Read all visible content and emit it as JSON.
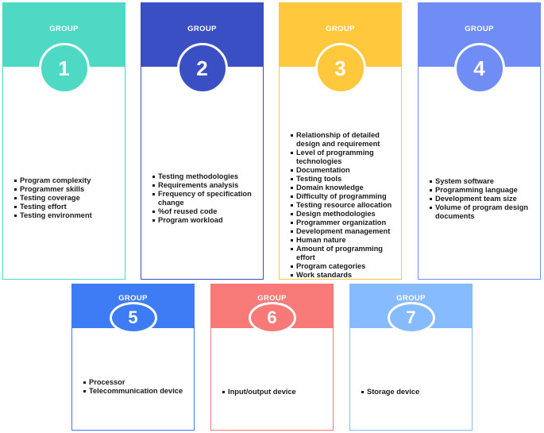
{
  "groups": [
    {
      "label": "GROUP",
      "number": "1",
      "color": "#4ed9c5",
      "items": [
        "Program complexity",
        "Programmer skills",
        "Testing coverage",
        "Testing effort",
        "Testing environment"
      ]
    },
    {
      "label": "GROUP",
      "number": "2",
      "color": "#3b4fc4",
      "items": [
        "Testing methodologies",
        "Requirements analysis",
        "Frequency of specification change",
        "%of reused code",
        "Program workload"
      ]
    },
    {
      "label": "GROUP",
      "number": "3",
      "color": "#ffc83d",
      "items": [
        "Relationship of detailed design and requirement",
        "Level of programming technologies",
        "Documentation",
        "Testing tools",
        "Domain knowledge",
        "Difficulty of programming",
        "Testing resource allocation",
        "Design methodologies",
        "Programmer organization",
        "Development management",
        "Human nature",
        "Amount of programming effort",
        "Program categories",
        "Work standards"
      ]
    },
    {
      "label": "GROUP",
      "number": "4",
      "color": "#6f8df5",
      "items": [
        "System software",
        "Programming language",
        "Development team size",
        "Volume of program design documents"
      ]
    },
    {
      "label": "GROUP",
      "number": "5",
      "color": "#3d7cf5",
      "items": [
        "Processor",
        "Telecommunication device"
      ]
    },
    {
      "label": "GROUP",
      "number": "6",
      "color": "#f87a78",
      "items": [
        "Input/output device"
      ]
    },
    {
      "label": "GROUP",
      "number": "7",
      "color": "#86bbff",
      "items": [
        "Storage device"
      ]
    }
  ]
}
